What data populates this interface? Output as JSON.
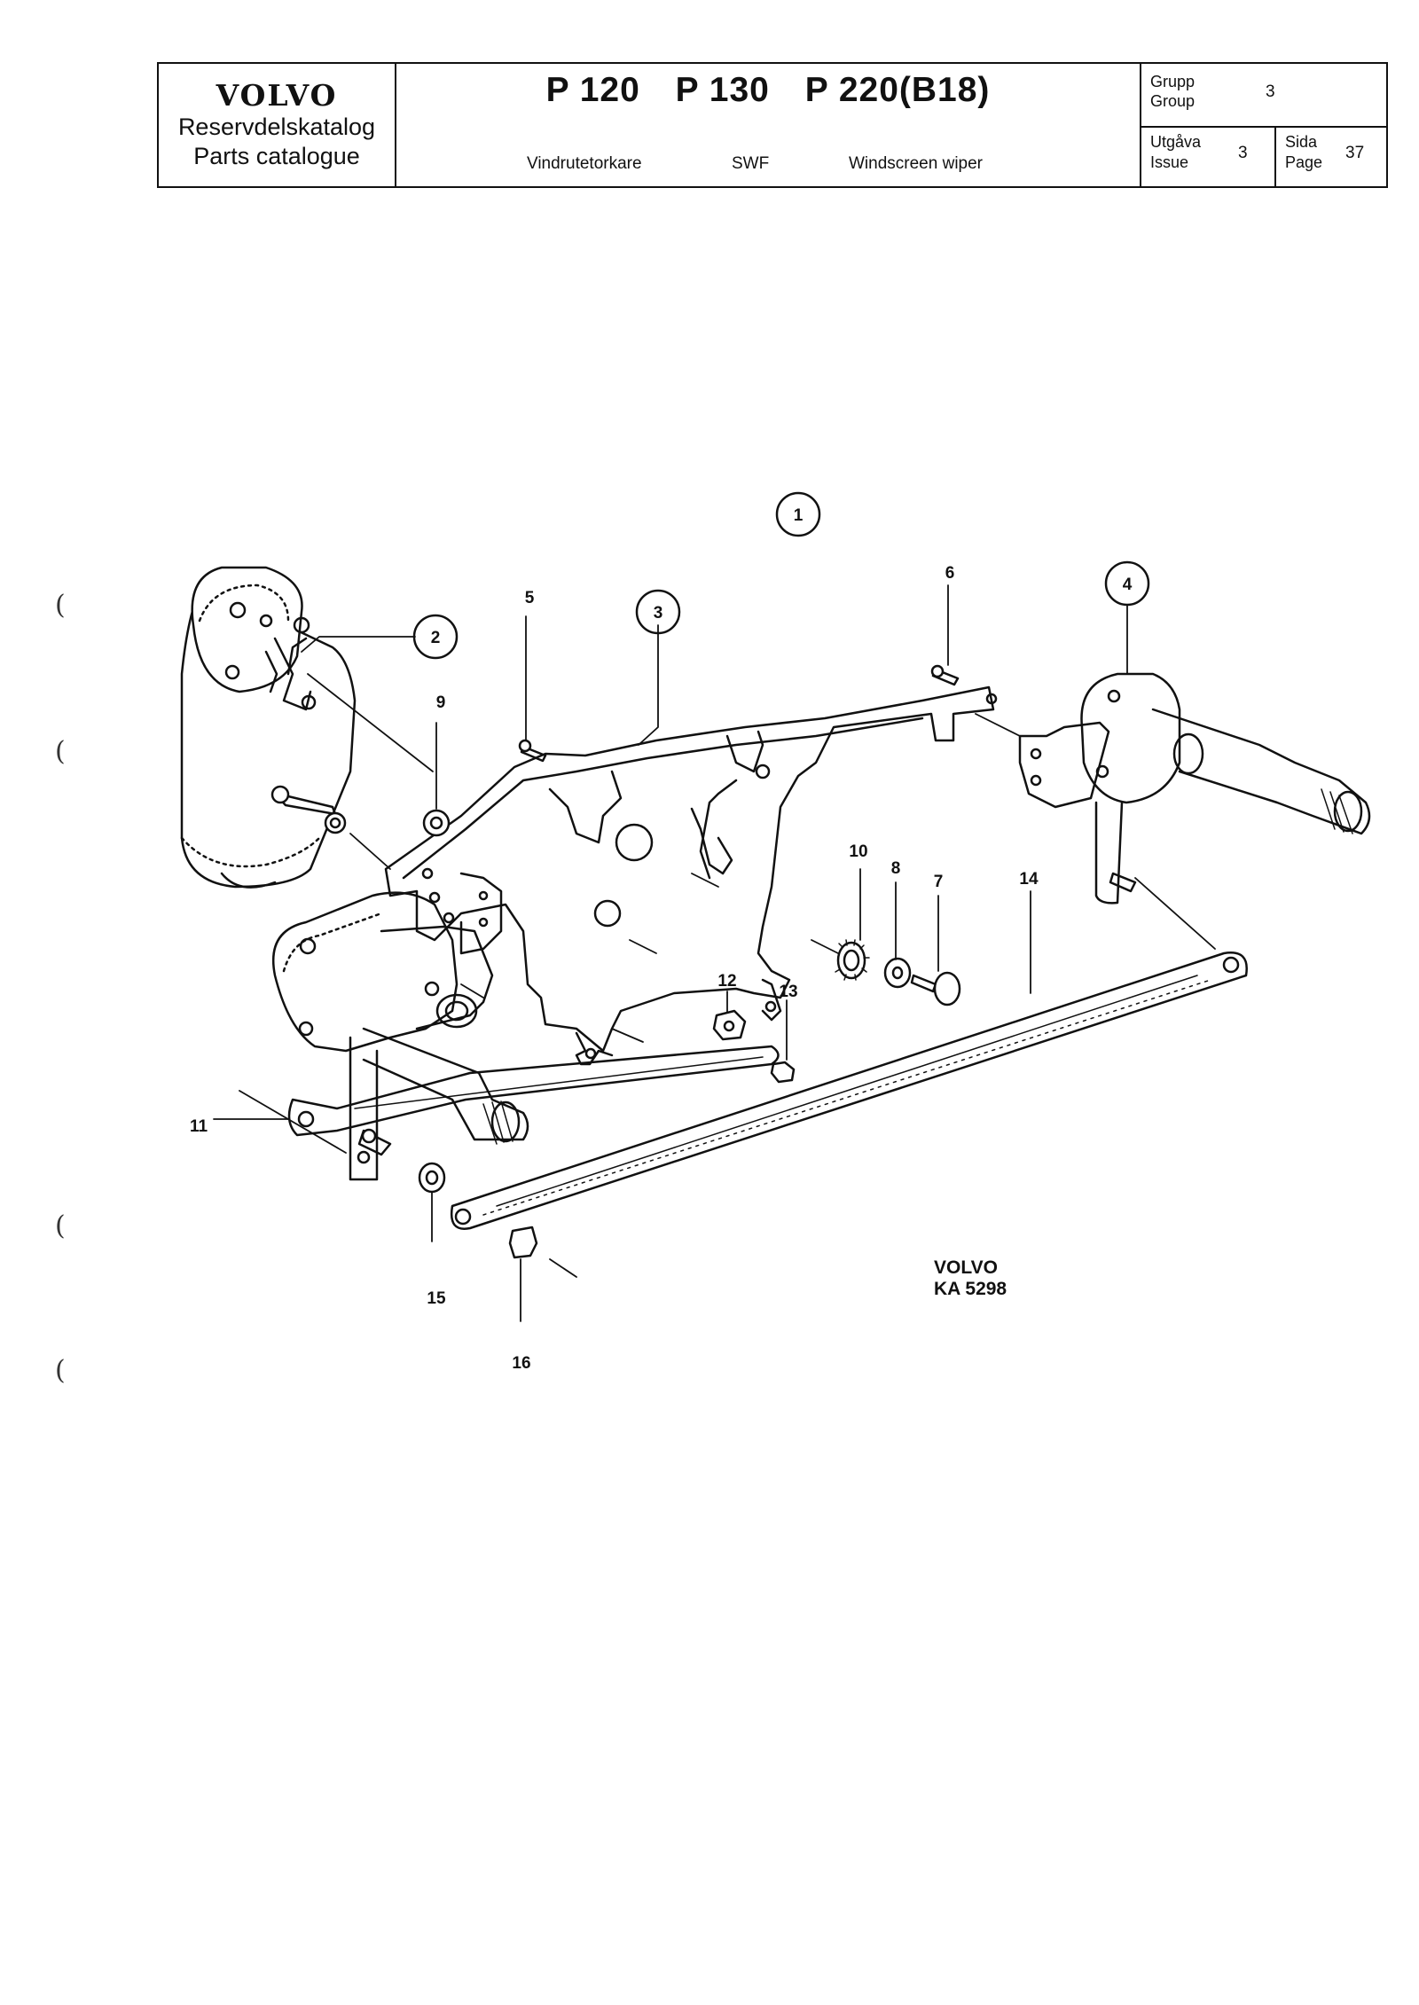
{
  "header": {
    "brand": "VOLVO",
    "catalog_sv": "Reservdelskatalog",
    "catalog_en": "Parts catalogue",
    "models": [
      "P 120",
      "P 130",
      "P 220(B18)"
    ],
    "desc_sv": "Vindrutetorkare",
    "desc_code": "SWF",
    "desc_en": "Windscreen wiper",
    "group_label_sv": "Grupp",
    "group_label_en": "Group",
    "group_value": "3",
    "issue_label_sv": "Utgåva",
    "issue_label_en": "Issue",
    "issue_value": "3",
    "page_label_sv": "Sida",
    "page_label_en": "Page",
    "page_value": "37"
  },
  "callouts": [
    {
      "label": "1",
      "circled": true
    },
    {
      "label": "2",
      "circled": true
    },
    {
      "label": "3",
      "circled": true
    },
    {
      "label": "4",
      "circled": true
    },
    {
      "label": "5",
      "circled": false
    },
    {
      "label": "6",
      "circled": false
    },
    {
      "label": "7",
      "circled": false
    },
    {
      "label": "8",
      "circled": false
    },
    {
      "label": "9",
      "circled": false
    },
    {
      "label": "10",
      "circled": false
    },
    {
      "label": "11",
      "circled": false
    },
    {
      "label": "12",
      "circled": false
    },
    {
      "label": "13",
      "circled": false
    },
    {
      "label": "14",
      "circled": false
    },
    {
      "label": "15",
      "circled": false
    },
    {
      "label": "16",
      "circled": false
    }
  ],
  "drawing_ref": {
    "brand": "VOLVO",
    "code": "KA 5298"
  },
  "edge_marks": [
    "(",
    "(",
    "(",
    "("
  ]
}
